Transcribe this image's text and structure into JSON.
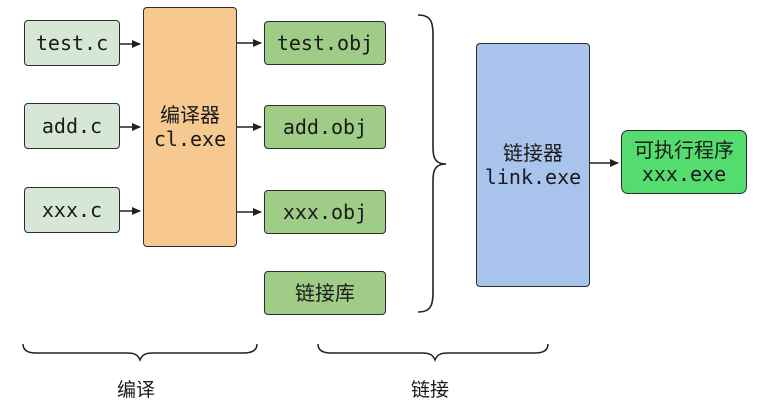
{
  "sources": [
    "test.c",
    "add.c",
    "xxx.c"
  ],
  "compiler": {
    "title": "编译器",
    "exe": "cl.exe"
  },
  "objects": [
    "test.obj",
    "add.obj",
    "xxx.obj"
  ],
  "library": "链接库",
  "linker": {
    "title": "链接器",
    "exe": "link.exe"
  },
  "executable": {
    "title": "可执行程序",
    "name": "xxx.exe"
  },
  "stages": {
    "compile": "编译",
    "link": "链接"
  },
  "colors": {
    "source_fill": "#d6e7d6",
    "compiler_fill": "#f8c891",
    "object_fill": "#9fcc86",
    "linker_fill": "#a9c4ec",
    "executable_fill": "#54dc6f"
  }
}
